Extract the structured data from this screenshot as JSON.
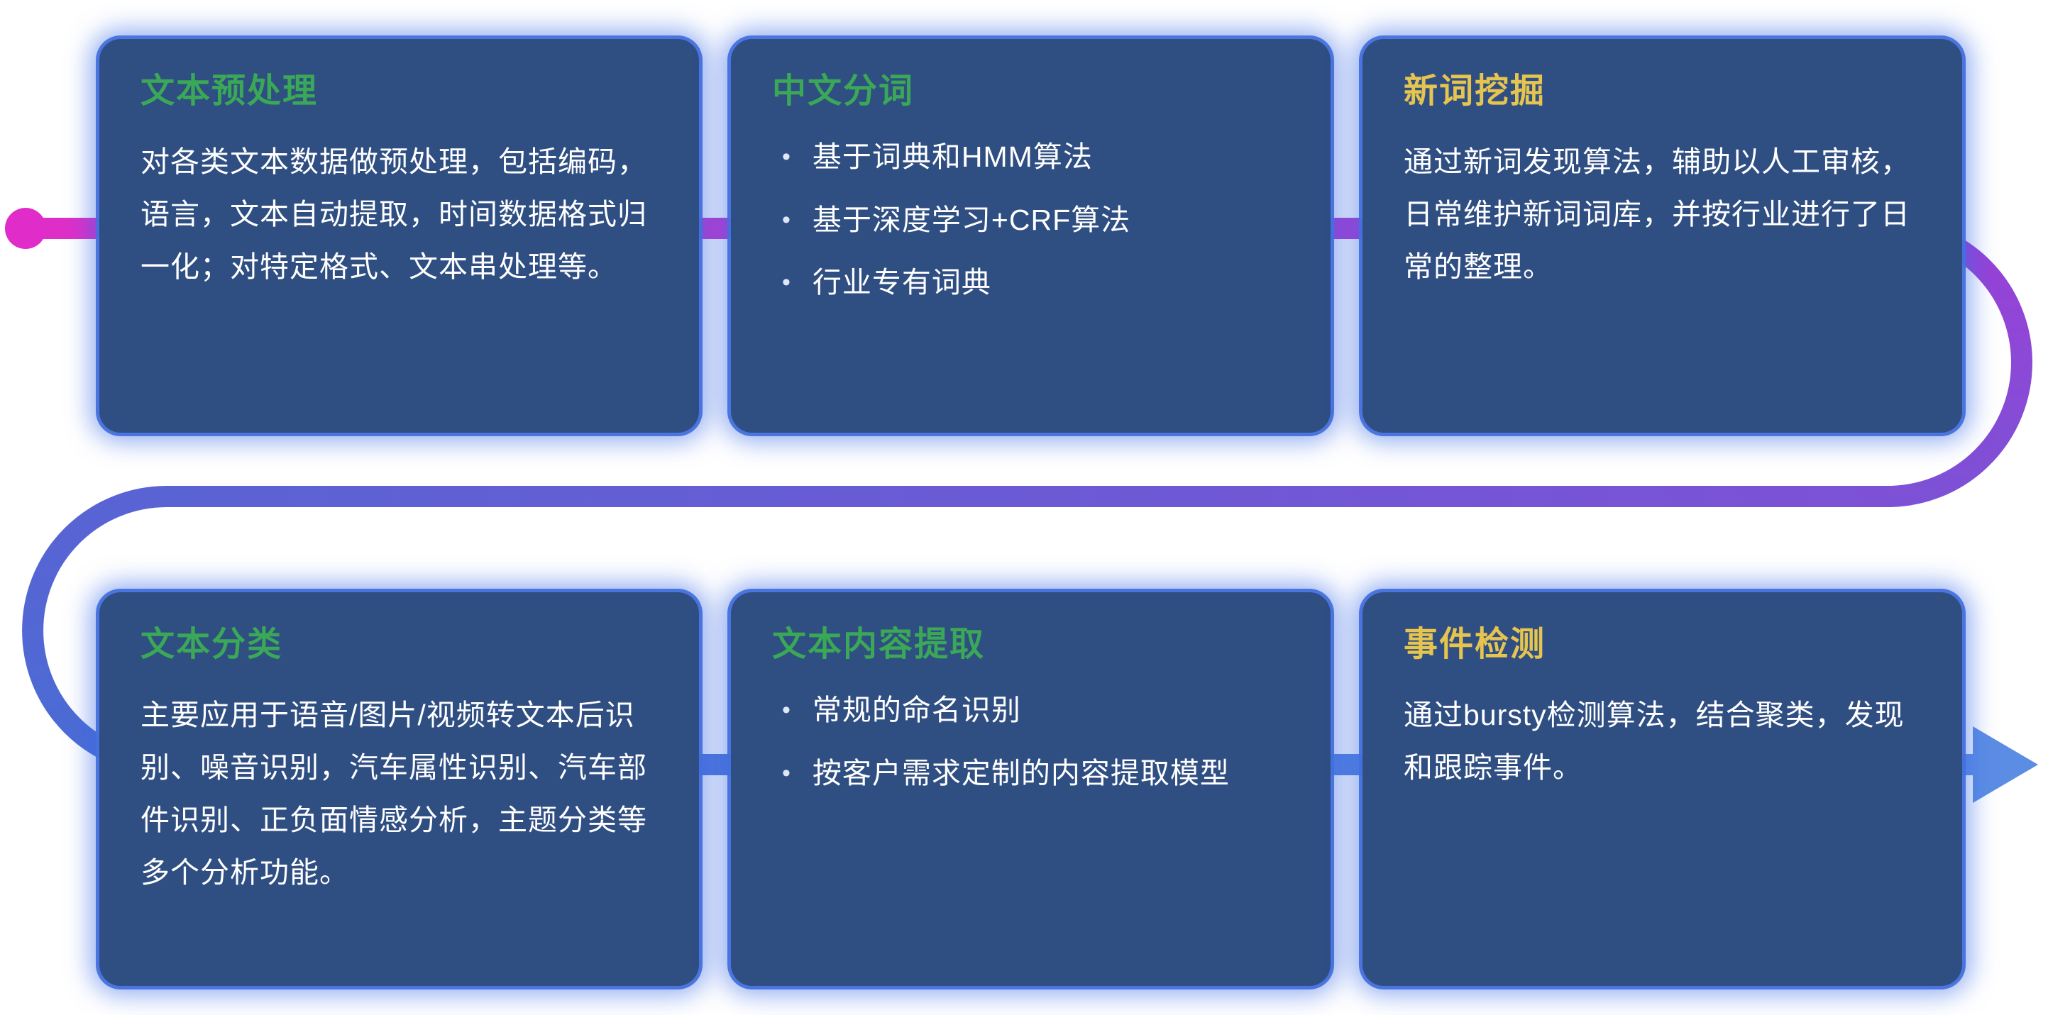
{
  "page": {
    "background": "#ffffff"
  },
  "flow": {
    "start_icon": "flow-start-dot",
    "end_icon": "arrow-right-icon",
    "start_dot_color": "#e02cc8",
    "arrow_color": "#5c8de4",
    "gradient_colors": [
      "#e02ec8",
      "#9a40d6",
      "#7d51d6",
      "#5a63d4",
      "#4a6cd4",
      "#5c8de4"
    ]
  },
  "colors": {
    "card_background": "#2f4e82",
    "card_glow": "#3b6ce6",
    "title_green": "#3aa857",
    "title_yellow": "#e5c44f",
    "body_text": "#ffffff"
  },
  "cards": [
    {
      "title": "文本预处理",
      "accent": "green",
      "body": "对各类文本数据做预处理，包括编码，语言，文本自动提取，时间数据格式归一化；对特定格式、文本串处理等。",
      "bullets": []
    },
    {
      "title": "中文分词",
      "accent": "green",
      "body": "",
      "bullets": [
        "基于词典和HMM算法",
        "基于深度学习+CRF算法",
        "行业专有词典"
      ]
    },
    {
      "title": "新词挖掘",
      "accent": "yellow",
      "body": "通过新词发现算法，辅助以人工审核，日常维护新词词库，并按行业进行了日常的整理。",
      "bullets": []
    },
    {
      "title": "文本分类",
      "accent": "green",
      "body": "主要应用于语音/图片/视频转文本后识别、噪音识别，汽车属性识别、汽车部件识别、正负面情感分析，主题分类等多个分析功能。",
      "bullets": []
    },
    {
      "title": "文本内容提取",
      "accent": "green",
      "body": "",
      "bullets": [
        "常规的命名识别",
        "按客户需求定制的内容提取模型"
      ]
    },
    {
      "title": "事件检测",
      "accent": "yellow",
      "body": "通过bursty检测算法，结合聚类，发现和跟踪事件。",
      "bullets": []
    }
  ]
}
